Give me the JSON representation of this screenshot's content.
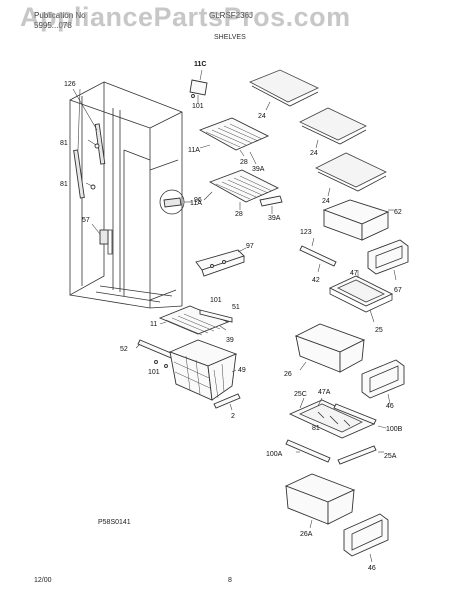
{
  "header": {
    "publication_label": "Publication No",
    "publication_number": "5995...078",
    "model": "GLRSF236J",
    "section": "SHELVES"
  },
  "watermark": "AppliancePartsPros.com",
  "diagram_code": "P58S0141",
  "footer": {
    "date": "12/00",
    "page": "8"
  },
  "callouts": [
    {
      "id": "c11C",
      "text": "11C"
    },
    {
      "id": "c101a",
      "text": "101"
    },
    {
      "id": "c24a",
      "text": "24"
    },
    {
      "id": "c24b",
      "text": "24"
    },
    {
      "id": "c24c",
      "text": "24"
    },
    {
      "id": "c126",
      "text": "126"
    },
    {
      "id": "c81a",
      "text": "81"
    },
    {
      "id": "c81b",
      "text": "81"
    },
    {
      "id": "c11Aa",
      "text": "11A"
    },
    {
      "id": "c28a",
      "text": "28"
    },
    {
      "id": "c39Aa",
      "text": "39A"
    },
    {
      "id": "c11Ab",
      "text": "11A"
    },
    {
      "id": "c28b",
      "text": "28"
    },
    {
      "id": "c39Ab",
      "text": "39A"
    },
    {
      "id": "c96",
      "text": "96"
    },
    {
      "id": "c57",
      "text": "57"
    },
    {
      "id": "c62",
      "text": "62"
    },
    {
      "id": "c123",
      "text": "123"
    },
    {
      "id": "c97",
      "text": "97"
    },
    {
      "id": "c47a",
      "text": "47"
    },
    {
      "id": "c42",
      "text": "42"
    },
    {
      "id": "c67",
      "text": "67"
    },
    {
      "id": "c101b",
      "text": "101"
    },
    {
      "id": "c51",
      "text": "51"
    },
    {
      "id": "c11",
      "text": "11"
    },
    {
      "id": "c25",
      "text": "25"
    },
    {
      "id": "c39",
      "text": "39"
    },
    {
      "id": "c52",
      "text": "52"
    },
    {
      "id": "c101c",
      "text": "101"
    },
    {
      "id": "c26",
      "text": "26"
    },
    {
      "id": "c49",
      "text": "49"
    },
    {
      "id": "c2",
      "text": "2"
    },
    {
      "id": "c47A",
      "text": "47A"
    },
    {
      "id": "c25C",
      "text": "25C"
    },
    {
      "id": "c46a",
      "text": "46"
    },
    {
      "id": "c81c",
      "text": "81"
    },
    {
      "id": "c100B",
      "text": "100B"
    },
    {
      "id": "c100A",
      "text": "100A"
    },
    {
      "id": "c25A",
      "text": "25A"
    },
    {
      "id": "c26A",
      "text": "26A"
    },
    {
      "id": "c46b",
      "text": "46"
    }
  ]
}
